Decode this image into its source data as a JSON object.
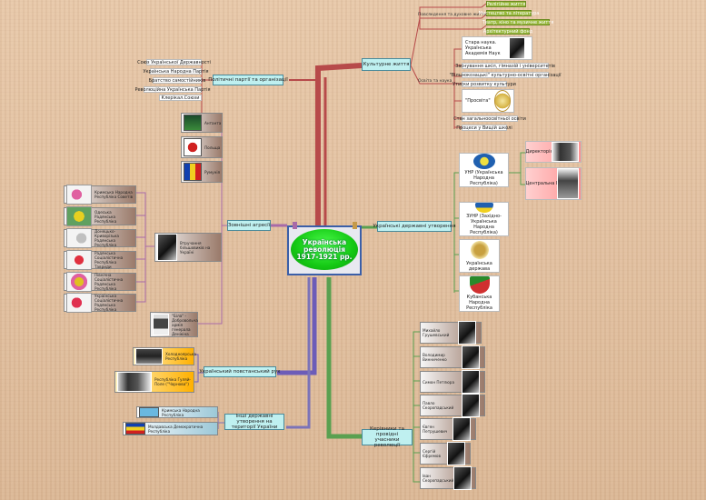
{
  "central": {
    "line1": "Українська",
    "line2": "революція",
    "line3": "1917-1921 рр."
  },
  "branches": {
    "culture": "Культурне життя",
    "parties": "Політичні партії та організації",
    "intervention": "Зовнішні агресії",
    "insurgent": "Український повстанський рух",
    "other_states": "Інші державні утворення на території України",
    "leaders": "Керівники та провідні учасники революції",
    "statehood": "Українські державні утворення"
  },
  "culture": {
    "spiritual_label": "Повсякдення та духовне життя",
    "spiritual_items": [
      "Релігійне життя",
      "Мистецтво та література",
      "Театр, кіно та музичне життя",
      "Архітектурний фонд"
    ],
    "education_label": "Освіта та наука",
    "education_items": [
      "Стара наука. Українська Академія Наук",
      "Заснування шкіл, гімназій і університетів",
      "\"Вільнокозацькі\" культурно-освітні організації",
      "Утиски розвитку культури",
      "\"Просвіта\"",
      "Стан загальноосвітньої освіти",
      "Процеси у Вищій школі"
    ]
  },
  "parties": [
    "Союз Української Державності",
    "Українська Народна Партія",
    "Братство самостійників",
    "Революційна Українська Партія",
    "Клерікал.Союзи"
  ],
  "intervention": {
    "flags": [
      "Антанта",
      "Польща",
      "Румунія"
    ],
    "bolshevik": "Втручання більшовиків на Україні",
    "maps": [
      "Кримська Народна Республіка Советів",
      "Одеська Радянська Республіка",
      "Донецько-Криворізька Радянська Республіка",
      "Радянська Соціалістична Республіка Тавриди",
      "Північна Соціалістична Радянська Республіка",
      "Українська Соціалістична Радянська Республіка"
    ],
    "denikin": "\"Біла\" - Добровольча армія генерала Денікіна"
  },
  "insurgent": [
    "Холодноярська Республіка",
    "Республіка Гуляй-Поле (\"Чорнова\")"
  ],
  "other_states": [
    "Кримська Народна Республіка",
    "Молдавська Демократична Республіка"
  ],
  "statehood": {
    "unr": "УНР (Українська Народна Республіка)",
    "directory": "Директорія",
    "central_rada": "Центральна Рада (ЦР)",
    "zunr": "ЗУНР (Західно-Українська Народна Республіка)",
    "hetmanate": "Українська держава",
    "kuban": "Кубанська Народна Республіка"
  },
  "leaders": [
    "Михайло Грушевський",
    "Володимир Винниченко",
    "Симон Петлюра",
    "Павло Скоропадський",
    "Євген Петрушевич",
    "Сергій Єфремов",
    "Іван Скоропадський"
  ]
}
